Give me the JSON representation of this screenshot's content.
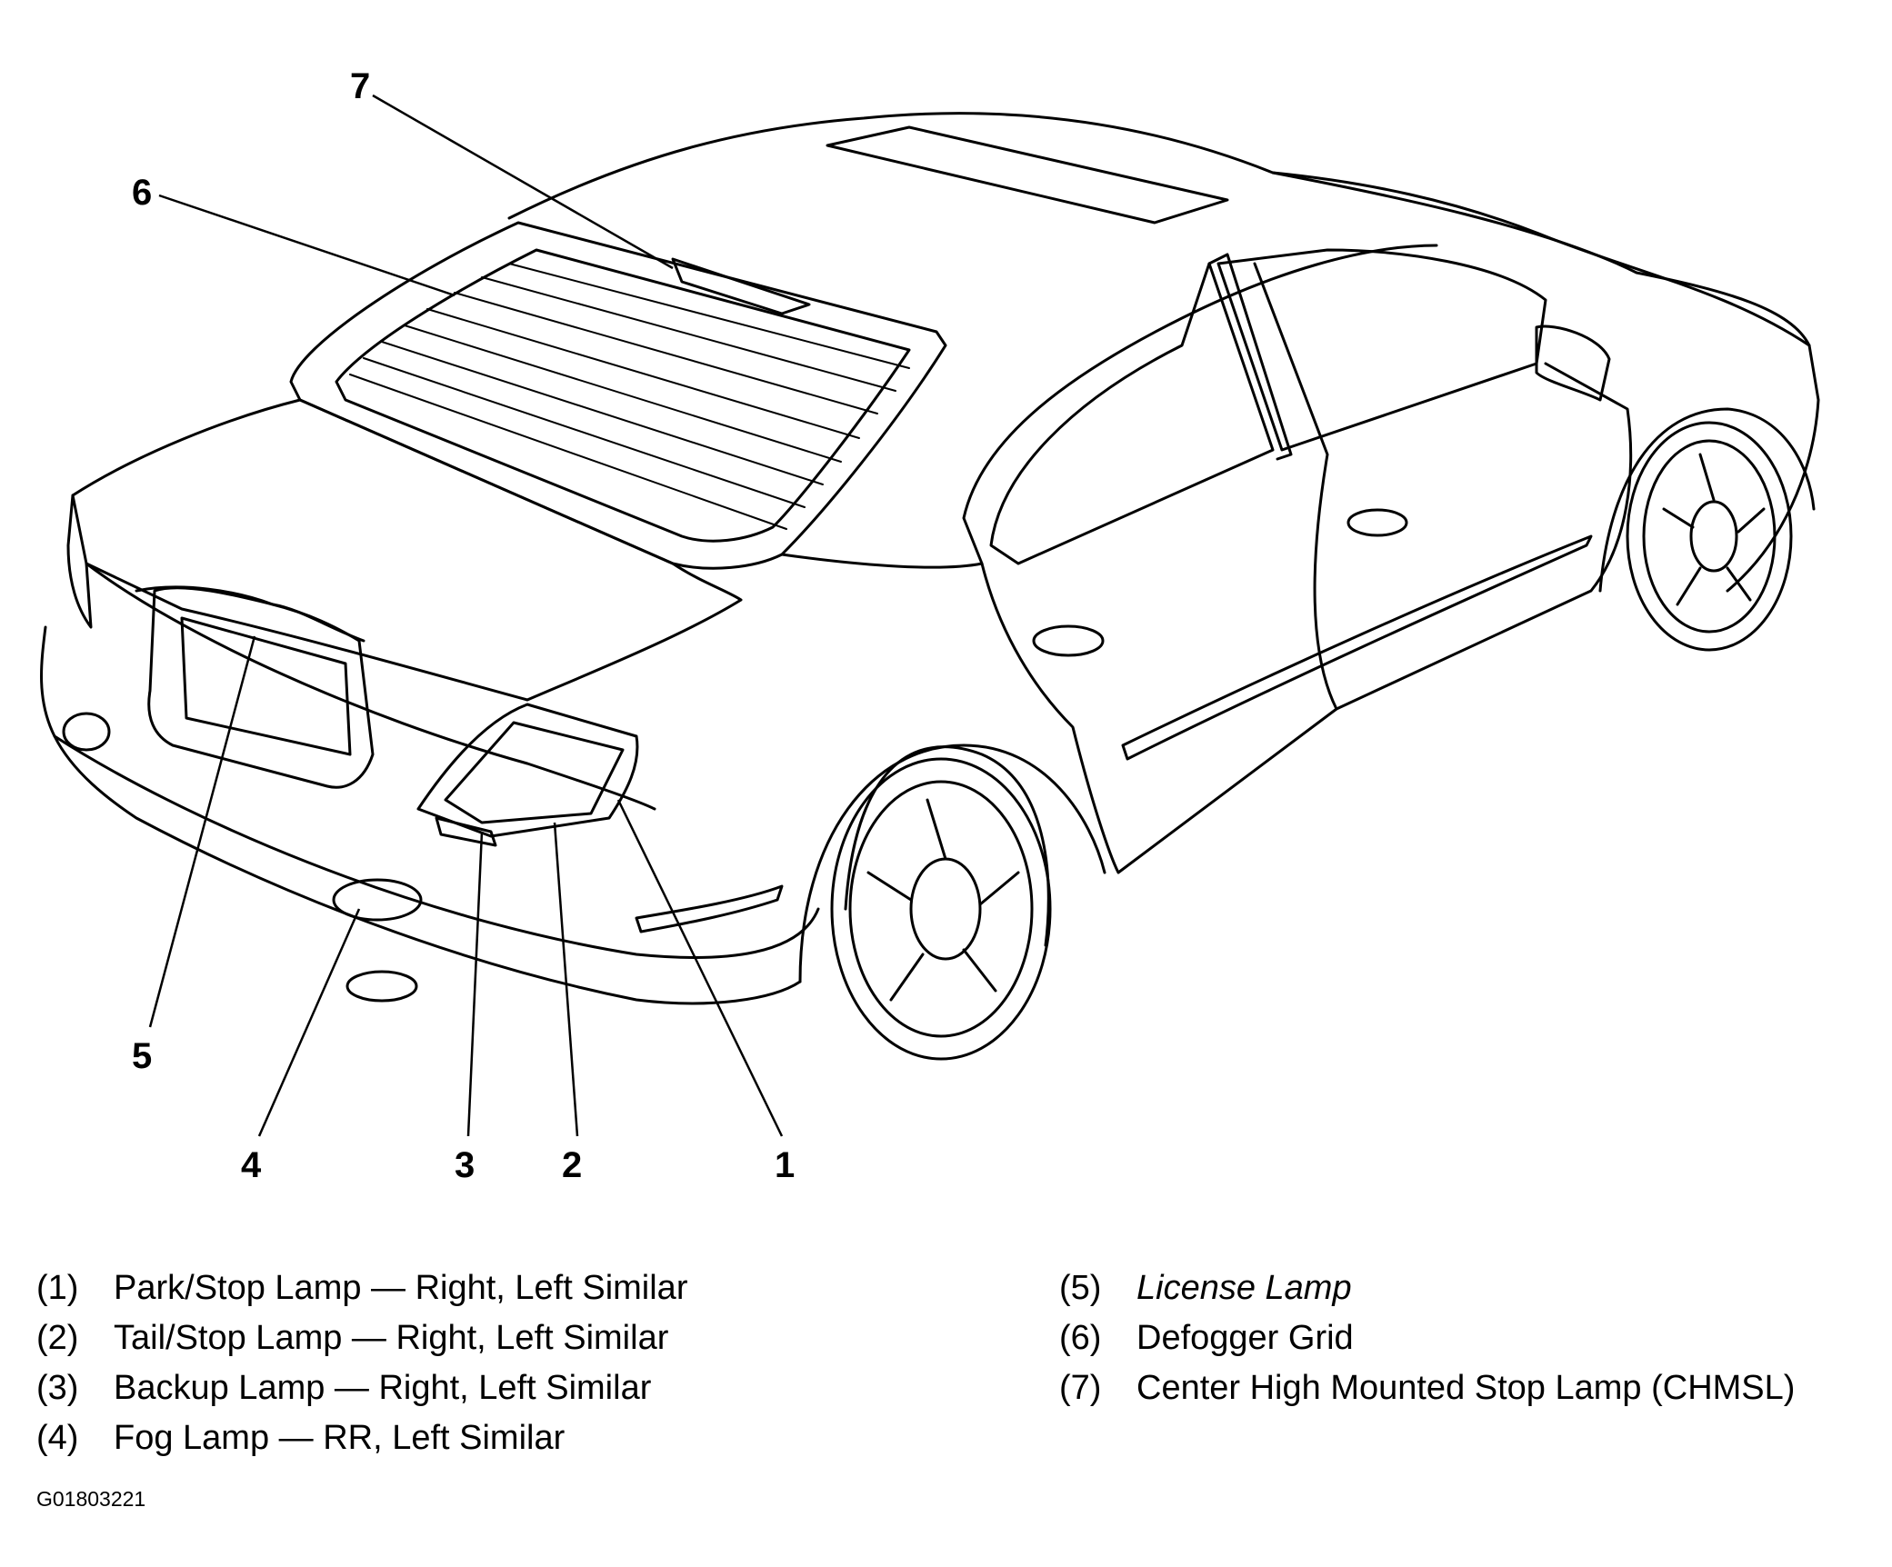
{
  "callouts": [
    "1",
    "2",
    "3",
    "4",
    "5",
    "6",
    "7"
  ],
  "legend": {
    "left": [
      {
        "num": "(1)",
        "text": "Park/Stop Lamp — Right, Left Similar"
      },
      {
        "num": "(2)",
        "text": "Tail/Stop Lamp — Right, Left Similar"
      },
      {
        "num": "(3)",
        "text": "Backup Lamp — Right, Left Similar"
      },
      {
        "num": "(4)",
        "text": "Fog Lamp — RR, Left Similar"
      }
    ],
    "right": [
      {
        "num": "(5)",
        "text": "License Lamp"
      },
      {
        "num": "(6)",
        "text": "Defogger Grid"
      },
      {
        "num": "(7)",
        "text": "Center High Mounted Stop Lamp (CHMSL)"
      }
    ]
  },
  "figure_id": "G01803221",
  "colors": {
    "line": "#000000",
    "background": "#ffffff"
  }
}
